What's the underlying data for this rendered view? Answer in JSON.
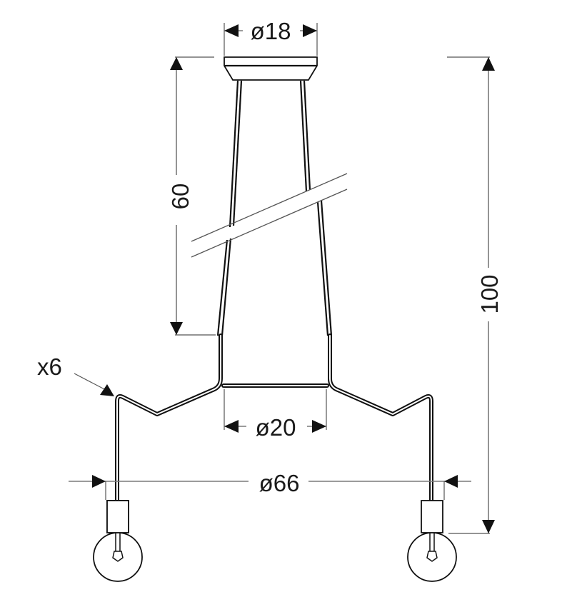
{
  "diagram": {
    "type": "pendant-lamp-dimension-drawing",
    "colors": {
      "line": "#111111",
      "dimension_line": "#7a7a7a",
      "background": "#ffffff"
    },
    "dimensions": {
      "canopy_diameter": {
        "label": "ø18",
        "value": 18
      },
      "suspension_length": {
        "label": "60",
        "value": 60
      },
      "total_height": {
        "label": "100",
        "value": 100
      },
      "frame_diameter": {
        "label": "ø20",
        "value": 20
      },
      "overall_diameter": {
        "label": "ø66",
        "value": 66
      }
    },
    "annotations": {
      "arm_count": {
        "label": "x6",
        "value": 6
      }
    },
    "components": [
      "canopy",
      "suspension-rods",
      "break-mark",
      "frame-sleeves",
      "crossbar",
      "arms",
      "lamp-holders",
      "bulbs"
    ]
  }
}
